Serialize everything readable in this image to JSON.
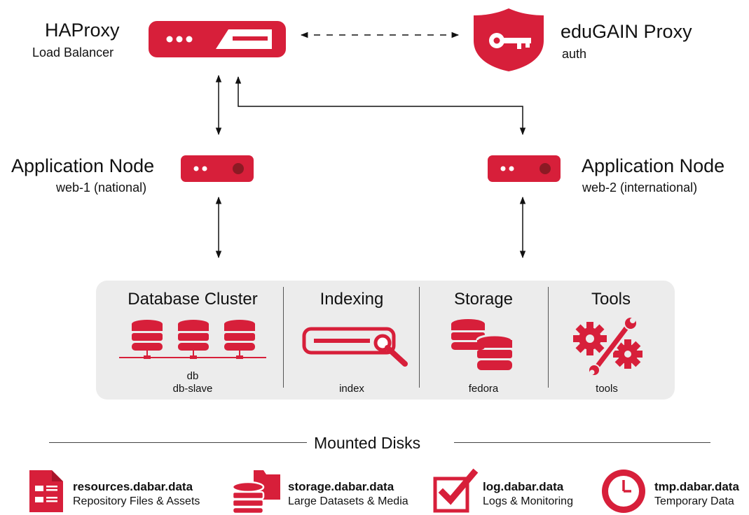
{
  "haproxy": {
    "title": "HAProxy",
    "subtitle": "Load Balancer"
  },
  "edugain": {
    "title": "eduGAIN Proxy",
    "subtitle": "auth"
  },
  "app_nodes": [
    {
      "title": "Application Node",
      "subtitle": "web-1 (national)"
    },
    {
      "title": "Application Node",
      "subtitle": "web-2 (international)"
    }
  ],
  "services": [
    {
      "title": "Database Cluster",
      "labels": [
        "db",
        "db-slave"
      ]
    },
    {
      "title": "Indexing",
      "labels": [
        "index"
      ]
    },
    {
      "title": "Storage",
      "labels": [
        "fedora"
      ]
    },
    {
      "title": "Tools",
      "labels": [
        "tools"
      ]
    }
  ],
  "mounted_disks": {
    "heading": "Mounted Disks",
    "items": [
      {
        "name": "resources.dabar.data",
        "desc": "Repository Files & Assets",
        "icon": "document-list-icon"
      },
      {
        "name": "storage.dabar.data",
        "desc": "Large Datasets & Media",
        "icon": "database-folder-icon"
      },
      {
        "name": "log.dabar.data",
        "desc": "Logs & Monitoring",
        "icon": "checkbox-icon"
      },
      {
        "name": "tmp.dabar.data",
        "desc": "Temporary Data",
        "icon": "clock-icon"
      }
    ]
  },
  "colors": {
    "accent": "#d71f3a",
    "panel": "#ececec",
    "line": "#111111"
  }
}
